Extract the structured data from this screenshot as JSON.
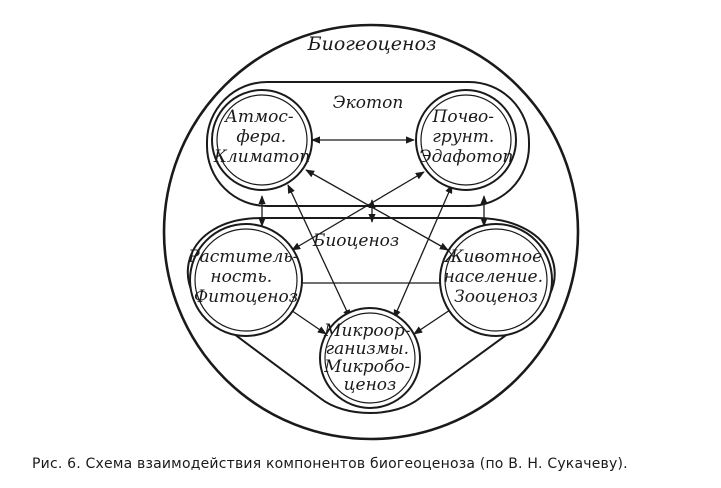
{
  "diagram": {
    "title": "Биогеоценоз",
    "ecotope_label": "Экотоп",
    "biocenosis_label": "Биоценоз",
    "nodes": {
      "atmosphere": [
        "Атмос-",
        "фера.",
        "Климатоп"
      ],
      "soil": [
        "Почво-",
        "грунт.",
        "Эдафотоп"
      ],
      "vegetation": [
        "Раститель-",
        "ность.",
        "Фитоценоз"
      ],
      "animals": [
        "Животное",
        "население.",
        "Зооценоз"
      ],
      "microorganisms": [
        "Микроор-",
        "ганизмы.",
        "Микробо-",
        "ценоз"
      ]
    }
  },
  "caption": {
    "text": "Рис. 6. Схема взаимодействия компонентов биогеоценоза (по В. Н. Сукачеву)."
  }
}
